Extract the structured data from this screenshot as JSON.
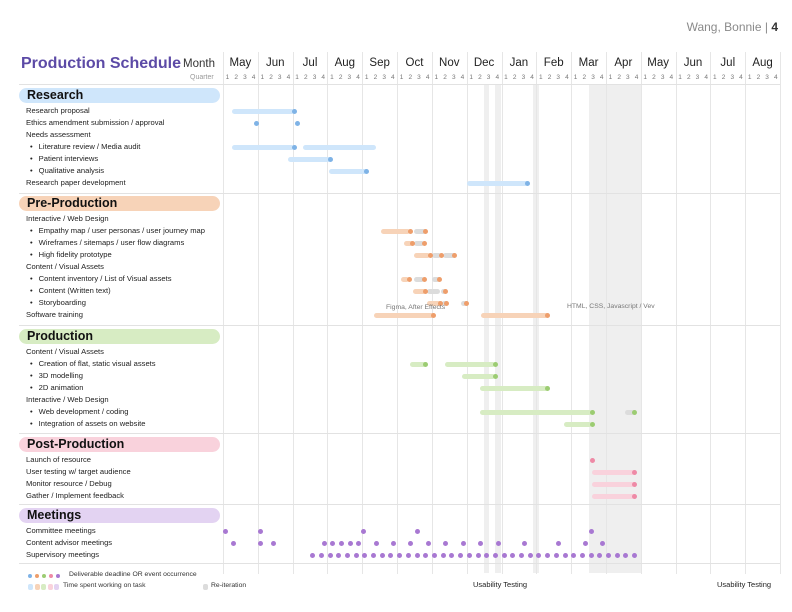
{
  "author": {
    "name": "Wang, Bonnie",
    "page": "4"
  },
  "title": "Production Schedule",
  "header": {
    "month_label": "Month",
    "quarter_label": "Quarter"
  },
  "months": [
    "May",
    "Jun",
    "Jul",
    "Aug",
    "Sep",
    "Oct",
    "Nov",
    "Dec",
    "Jan",
    "Feb",
    "Mar",
    "Apr",
    "May",
    "Jun",
    "Jul",
    "Aug"
  ],
  "quarters": [
    "1",
    "2",
    "3",
    "4"
  ],
  "colors": {
    "research": "#cfe6fb",
    "research_dot": "#7fb3e6",
    "preproduction": "#f7d3b8",
    "preproduction_dot": "#ee9e6b",
    "production": "#d7ecc3",
    "production_dot": "#9ccc72",
    "postproduction": "#f9d2dc",
    "postproduction_dot": "#ee8aa6",
    "meetings": "#e3d3f2",
    "meetings_dot": "#a878d2",
    "reiteration": "#dcdcdc",
    "reiteration_dot": "#c5c5c5"
  },
  "sections": [
    {
      "key": "research",
      "label": "Research",
      "rows": [
        {
          "label": "Research proposal",
          "sub": false
        },
        {
          "label": "Ethics amendment submission / approval",
          "sub": false
        },
        {
          "label": "Needs assessment",
          "sub": false
        },
        {
          "label": "Literature review / Media audit",
          "sub": true
        },
        {
          "label": "Patient interviews",
          "sub": true
        },
        {
          "label": "Qualitative analysis",
          "sub": true
        },
        {
          "label": "Research paper development",
          "sub": false
        }
      ]
    },
    {
      "key": "preproduction",
      "label": "Pre-Production",
      "rows": [
        {
          "label": "Interactive / Web Design",
          "sub": false
        },
        {
          "label": "Empathy map / user personas / user journey map",
          "sub": true
        },
        {
          "label": "Wireframes / sitemaps / user flow diagrams",
          "sub": true
        },
        {
          "label": "High fidelity prototype",
          "sub": true
        },
        {
          "label": "Content / Visual Assets",
          "sub": false
        },
        {
          "label": "Content inventory / List of Visual assets",
          "sub": true
        },
        {
          "label": "Content (Written text)",
          "sub": true
        },
        {
          "label": "Storyboarding",
          "sub": true
        },
        {
          "label": "Software training",
          "sub": false
        }
      ]
    },
    {
      "key": "production",
      "label": "Production",
      "rows": [
        {
          "label": "Content / Visual Assets",
          "sub": false
        },
        {
          "label": "Creation of flat, static visual assets",
          "sub": true
        },
        {
          "label": "3D modelling",
          "sub": true
        },
        {
          "label": "2D animation",
          "sub": true
        },
        {
          "label": "Interactive / Web Design",
          "sub": false
        },
        {
          "label": "Web development / coding",
          "sub": true
        },
        {
          "label": "Integration of assets on website",
          "sub": true
        }
      ]
    },
    {
      "key": "postproduction",
      "label": "Post-Production",
      "rows": [
        {
          "label": "Launch of resource",
          "sub": false
        },
        {
          "label": "User testing w/ target audience",
          "sub": false
        },
        {
          "label": "Monitor resource / Debug",
          "sub": false
        },
        {
          "label": "Gather / Implement feedback",
          "sub": false
        }
      ]
    },
    {
      "key": "meetings",
      "label": "Meetings",
      "rows": [
        {
          "label": "Committee meetings",
          "sub": false
        },
        {
          "label": "Content advisor meetings",
          "sub": false
        },
        {
          "label": "Supervisory meetings",
          "sub": false
        }
      ]
    }
  ],
  "notes": {
    "software_1": "Figma, After Effects",
    "software_2": "HTML, CSS, Javascript / Vev"
  },
  "usability": {
    "first": "Usability Testing",
    "second": "Usability Testing"
  },
  "legend": {
    "deadline": "Deliverable deadline OR event occurrence",
    "time_spent": "Time spent working on task",
    "reiteration": "Re-iteration"
  },
  "schedule": {
    "research": [
      {
        "row": 0,
        "bars": [
          [
            1,
            8.2,
            "c"
          ]
        ],
        "dots": [
          [
            8.2,
            "c"
          ]
        ]
      },
      {
        "row": 1,
        "dots": [
          [
            3.8,
            "c"
          ],
          [
            8.6,
            "c"
          ]
        ]
      },
      {
        "row": 3,
        "bars": [
          [
            1,
            8.2,
            "c"
          ],
          [
            9.2,
            17.6,
            "c"
          ]
        ],
        "dots": [
          [
            8.2,
            "c"
          ]
        ]
      },
      {
        "row": 4,
        "bars": [
          [
            7.5,
            12.4,
            "c"
          ]
        ],
        "dots": [
          [
            12.4,
            "c"
          ]
        ]
      },
      {
        "row": 5,
        "bars": [
          [
            12.2,
            16.5,
            "c"
          ]
        ],
        "dots": [
          [
            16.5,
            "c"
          ]
        ]
      },
      {
        "row": 6,
        "bars": [
          [
            28.0,
            35.0,
            "c"
          ]
        ],
        "dots": [
          [
            35.0,
            "c"
          ]
        ]
      }
    ],
    "preproduction": [
      {
        "row": 1,
        "bars": [
          [
            18.2,
            21.5,
            "c"
          ],
          [
            22.0,
            23.3,
            "r"
          ]
        ],
        "dots": [
          [
            21.5,
            "c"
          ],
          [
            23.3,
            "c"
          ]
        ]
      },
      {
        "row": 2,
        "bars": [
          [
            20.8,
            21.8,
            "c"
          ],
          [
            22.0,
            23.1,
            "r"
          ]
        ],
        "dots": [
          [
            21.8,
            "c"
          ],
          [
            23.1,
            "c"
          ]
        ]
      },
      {
        "row": 3,
        "bars": [
          [
            22.0,
            23.8,
            "c"
          ],
          [
            24.0,
            25.1,
            "r"
          ],
          [
            25.3,
            26.6,
            "r"
          ]
        ],
        "dots": [
          [
            23.8,
            "c"
          ],
          [
            25.1,
            "c"
          ],
          [
            26.6,
            "c"
          ]
        ]
      },
      {
        "row": 5,
        "bars": [
          [
            20.5,
            21.4,
            "c"
          ],
          [
            22.0,
            23.1,
            "r"
          ],
          [
            24.0,
            24.9,
            "r"
          ]
        ],
        "dots": [
          [
            21.4,
            "c"
          ],
          [
            23.1,
            "c"
          ],
          [
            24.9,
            "c"
          ]
        ]
      },
      {
        "row": 6,
        "bars": [
          [
            21.8,
            23.3,
            "c"
          ],
          [
            23.4,
            24.9,
            "r"
          ],
          [
            25.0,
            25.6,
            "r"
          ]
        ],
        "dots": [
          [
            23.3,
            "c"
          ],
          [
            25.6,
            "c"
          ]
        ]
      },
      {
        "row": 7,
        "bars": [
          [
            23.4,
            25.0,
            "c"
          ],
          [
            25.2,
            25.7,
            "r"
          ],
          [
            27.4,
            28.0,
            "r"
          ]
        ],
        "dots": [
          [
            25.0,
            "c"
          ],
          [
            25.7,
            "c"
          ],
          [
            28.0,
            "c"
          ]
        ]
      },
      {
        "row": 8,
        "bars": [
          [
            17.4,
            24.2,
            "c"
          ],
          [
            29.6,
            37.3,
            "c"
          ]
        ],
        "dots": [
          [
            24.2,
            "c"
          ],
          [
            37.3,
            "c"
          ]
        ]
      }
    ],
    "production": [
      {
        "row": 1,
        "bars": [
          [
            21.5,
            23.3,
            "c"
          ],
          [
            25.5,
            31.3,
            "c"
          ]
        ],
        "dots": [
          [
            23.3,
            "c"
          ],
          [
            31.3,
            "c"
          ]
        ]
      },
      {
        "row": 2,
        "bars": [
          [
            27.5,
            31.3,
            "c"
          ]
        ],
        "dots": [
          [
            31.3,
            "c"
          ]
        ]
      },
      {
        "row": 3,
        "bars": [
          [
            29.5,
            37.3,
            "c"
          ]
        ],
        "dots": [
          [
            37.3,
            "c"
          ]
        ]
      },
      {
        "row": 5,
        "bars": [
          [
            29.5,
            42.4,
            "c"
          ],
          [
            46.2,
            47.3,
            "r"
          ]
        ],
        "dots": [
          [
            42.4,
            "c"
          ],
          [
            47.3,
            "c"
          ]
        ]
      },
      {
        "row": 6,
        "bars": [
          [
            39.2,
            42.4,
            "c"
          ]
        ],
        "dots": [
          [
            42.4,
            "c"
          ]
        ]
      }
    ],
    "postproduction": [
      {
        "row": 0,
        "dots": [
          [
            42.4,
            "c"
          ]
        ]
      },
      {
        "row": 1,
        "bars": [
          [
            42.4,
            47.3,
            "c"
          ]
        ],
        "dots": [
          [
            47.3,
            "c"
          ]
        ]
      },
      {
        "row": 2,
        "bars": [
          [
            42.4,
            47.3,
            "c"
          ]
        ],
        "dots": [
          [
            47.3,
            "c"
          ]
        ]
      },
      {
        "row": 3,
        "bars": [
          [
            42.4,
            47.3,
            "c"
          ]
        ],
        "dots": [
          [
            47.3,
            "c"
          ]
        ]
      }
    ],
    "meetings": [
      {
        "row": 0,
        "dots": [
          [
            0.3,
            "c"
          ],
          [
            4.3,
            "c"
          ],
          [
            16.2,
            "c"
          ],
          [
            22.3,
            "c"
          ],
          [
            42.3,
            "c"
          ]
        ]
      },
      {
        "row": 1,
        "dots": [
          [
            1.2,
            "c"
          ],
          [
            4.3,
            "c"
          ],
          [
            5.8,
            "c"
          ],
          [
            11.7,
            "c"
          ],
          [
            12.6,
            "c"
          ],
          [
            13.6,
            "c"
          ],
          [
            14.6,
            "c"
          ],
          [
            15.6,
            "c"
          ],
          [
            17.6,
            "c"
          ],
          [
            19.6,
            "c"
          ],
          [
            21.6,
            "c"
          ],
          [
            23.6,
            "c"
          ],
          [
            25.6,
            "c"
          ],
          [
            27.6,
            "c"
          ],
          [
            29.6,
            "c"
          ],
          [
            31.6,
            "c"
          ],
          [
            34.6,
            "c"
          ],
          [
            38.6,
            "c"
          ],
          [
            41.6,
            "c"
          ],
          [
            43.6,
            "c"
          ]
        ]
      },
      {
        "row": 2,
        "dots": [
          [
            10.3,
            "c"
          ],
          [
            11.3,
            "c"
          ],
          [
            12.3,
            "c"
          ],
          [
            13.3,
            "c"
          ],
          [
            14.3,
            "c"
          ],
          [
            15.3,
            "c"
          ],
          [
            16.3,
            "c"
          ],
          [
            17.3,
            "c"
          ],
          [
            18.3,
            "c"
          ],
          [
            19.3,
            "c"
          ],
          [
            20.3,
            "c"
          ],
          [
            21.3,
            "c"
          ],
          [
            22.3,
            "c"
          ],
          [
            23.3,
            "c"
          ],
          [
            24.3,
            "c"
          ],
          [
            25.3,
            "c"
          ],
          [
            26.3,
            "c"
          ],
          [
            27.3,
            "c"
          ],
          [
            28.3,
            "c"
          ],
          [
            29.3,
            "c"
          ],
          [
            30.3,
            "c"
          ],
          [
            31.3,
            "c"
          ],
          [
            32.3,
            "c"
          ],
          [
            33.3,
            "c"
          ],
          [
            34.3,
            "c"
          ],
          [
            35.3,
            "c"
          ],
          [
            36.3,
            "c"
          ],
          [
            37.3,
            "c"
          ],
          [
            38.3,
            "c"
          ],
          [
            39.3,
            "c"
          ],
          [
            40.3,
            "c"
          ],
          [
            41.3,
            "c"
          ],
          [
            42.3,
            "c"
          ],
          [
            43.3,
            "c"
          ],
          [
            44.3,
            "c"
          ],
          [
            45.3,
            "c"
          ],
          [
            46.3,
            "c"
          ],
          [
            47.3,
            "c"
          ]
        ]
      }
    ]
  }
}
